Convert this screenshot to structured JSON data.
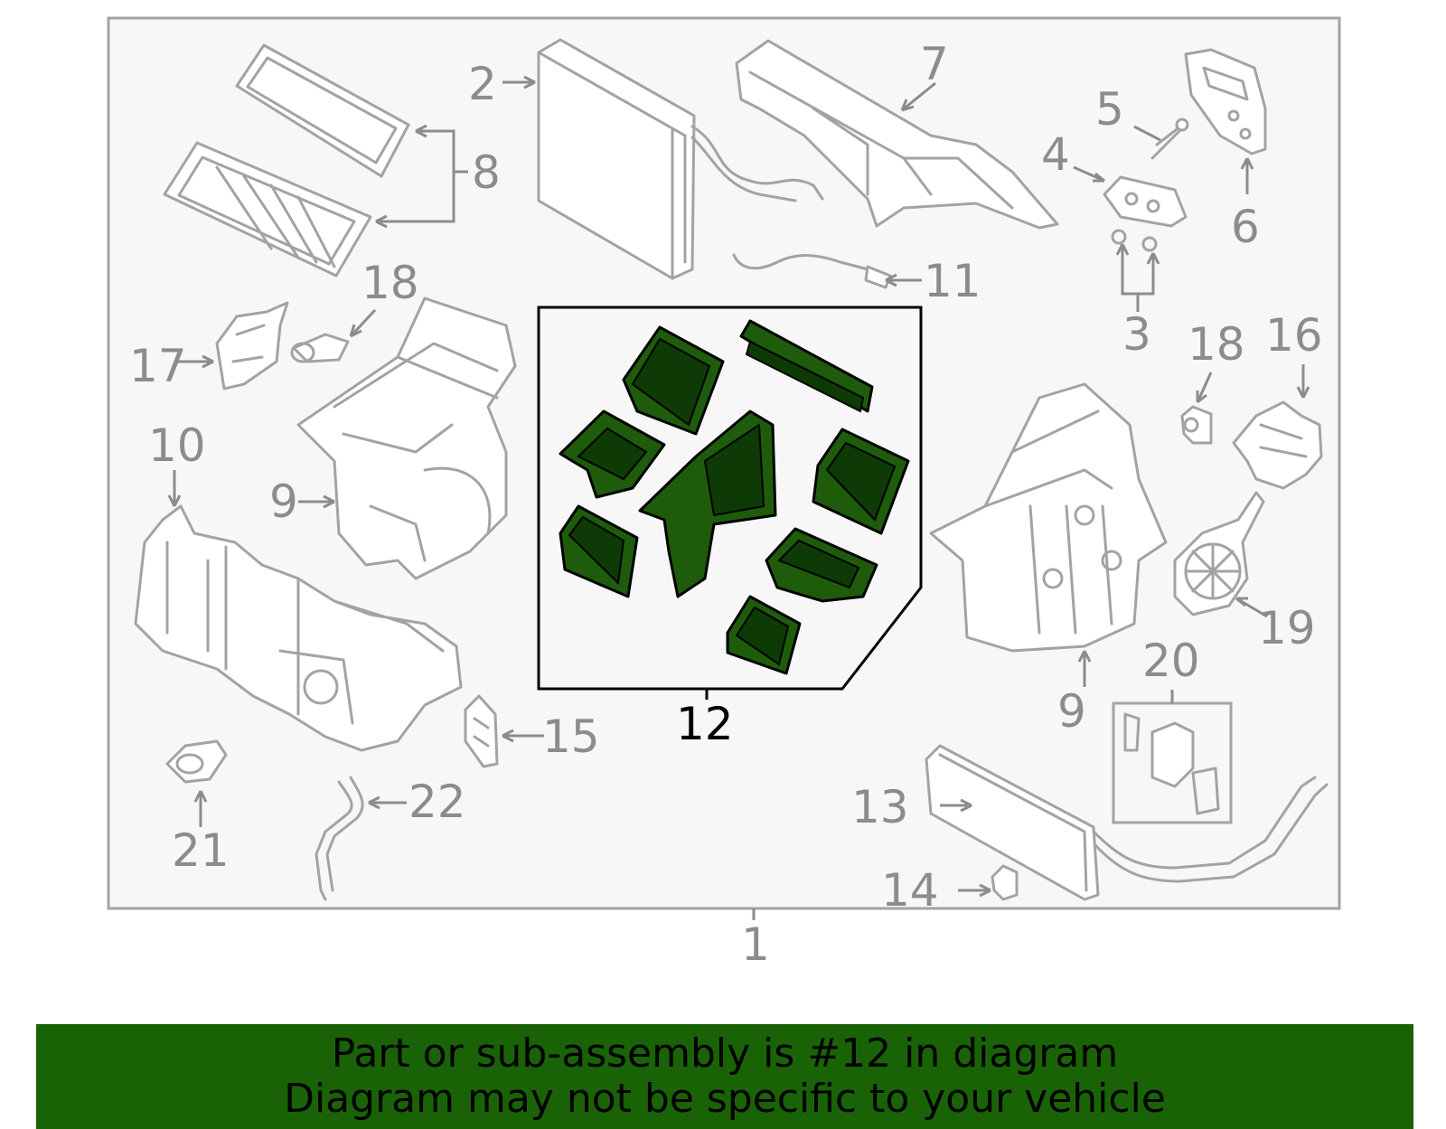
{
  "callouts": {
    "c1": "1",
    "c2": "2",
    "c3": "3",
    "c4": "4",
    "c5": "5",
    "c6": "6",
    "c7": "7",
    "c8": "8",
    "c9a": "9",
    "c9b": "9",
    "c10": "10",
    "c11": "11",
    "c12": "12",
    "c13": "13",
    "c14": "14",
    "c15": "15",
    "c16": "16",
    "c17": "17",
    "c18a": "18",
    "c18b": "18",
    "c19": "19",
    "c20": "20",
    "c21": "21",
    "c22": "22"
  },
  "highlighted_part": "12",
  "colors": {
    "highlight": "#1e5c0c",
    "banner": "#196306",
    "diagram_bg": "#f7f7f7",
    "line": "#a3a3a3"
  },
  "banner": {
    "line1": "Part or sub-assembly is #12 in diagram",
    "line2": "Diagram may not be specific to your vehicle"
  }
}
